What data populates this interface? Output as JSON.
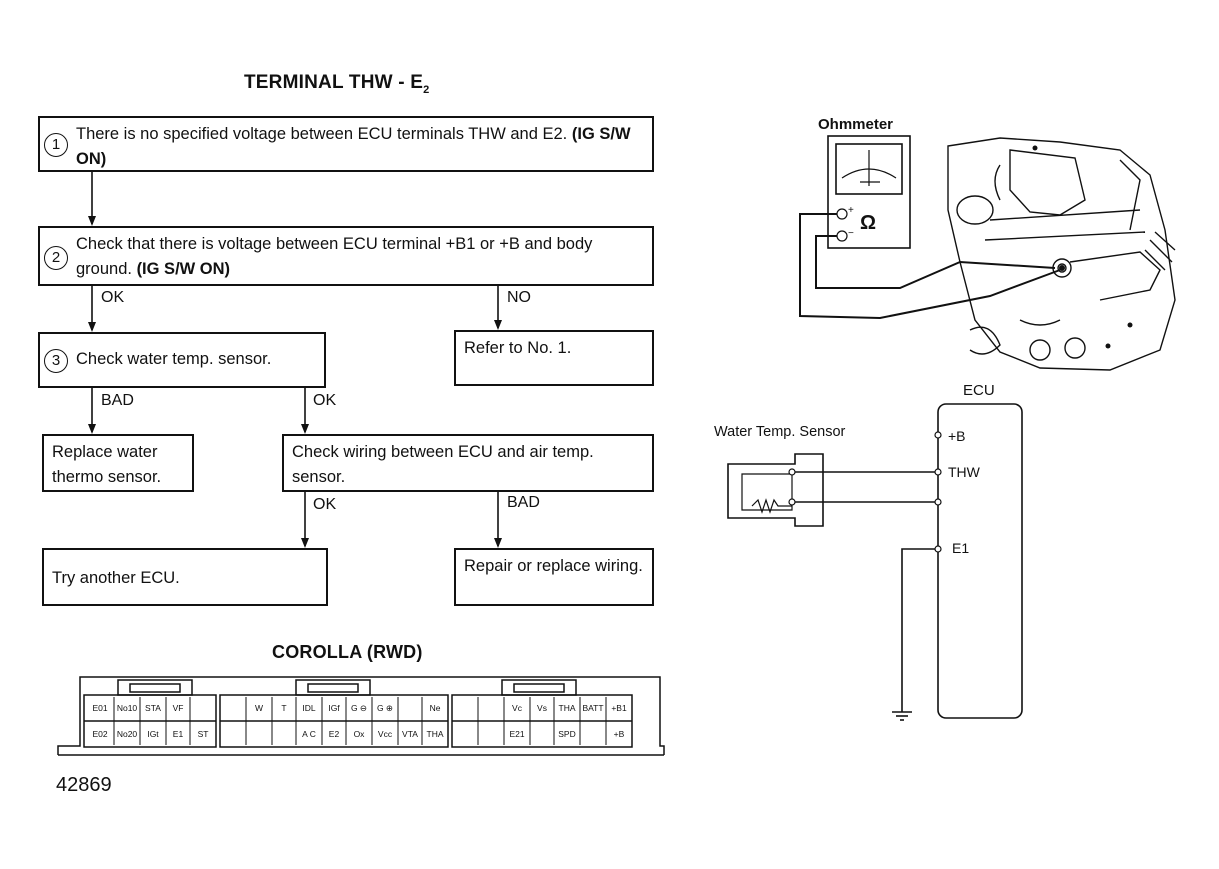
{
  "title": "TERMINAL THW - E",
  "title_subscript": "2",
  "steps": {
    "s1": {
      "num": "1",
      "text": "There is no specified voltage between ECU terminals THW and E2.",
      "bold": "(IG S/W ON)"
    },
    "s2": {
      "num": "2",
      "text": "Check that there is voltage between ECU terminal +B1 or +B and body ground.",
      "bold": "(IG S/W ON)"
    },
    "s3": {
      "num": "3",
      "text": "Check water temp. sensor."
    },
    "refer": "Refer to No. 1.",
    "replace": "Replace water thermo sensor.",
    "wiring": "Check wiring between ECU and air temp. sensor.",
    "try_ecu": "Try another ECU.",
    "repair": "Repair or replace wiring."
  },
  "branch_labels": {
    "ok1": "OK",
    "no1": "NO",
    "bad1": "BAD",
    "ok2": "OK",
    "ok3": "OK",
    "bad2": "BAD"
  },
  "connector": {
    "title": "COROLLA (RWD)",
    "block1_top": [
      "E01",
      "No10",
      "STA",
      "VF",
      ""
    ],
    "block1_bottom": [
      "E02",
      "No20",
      "IGt",
      "E1",
      "ST"
    ],
    "block2_top": [
      "",
      "W",
      "T",
      "IDL",
      "IGf",
      "G ⊖",
      "G ⊕",
      "",
      "Ne"
    ],
    "block2_bottom": [
      "",
      "",
      "",
      "A C",
      "E2",
      "Ox",
      "Vcc",
      "VTA",
      "THA"
    ],
    "block3_top": [
      "",
      "",
      "Vc",
      "Vs",
      "THA",
      "BATT",
      "+B1"
    ],
    "block3_bottom": [
      "",
      "",
      "E21",
      "",
      "SPD",
      "",
      "+B"
    ]
  },
  "ohmmeter": {
    "label": "Ohmmeter",
    "symbol": "Ω",
    "plus": "+",
    "minus": "−"
  },
  "circuit": {
    "ecu_label": "ECU",
    "sensor_label": "Water Temp. Sensor",
    "terminals": [
      "+B",
      "THW",
      "E1"
    ]
  },
  "figure_number": "42869"
}
